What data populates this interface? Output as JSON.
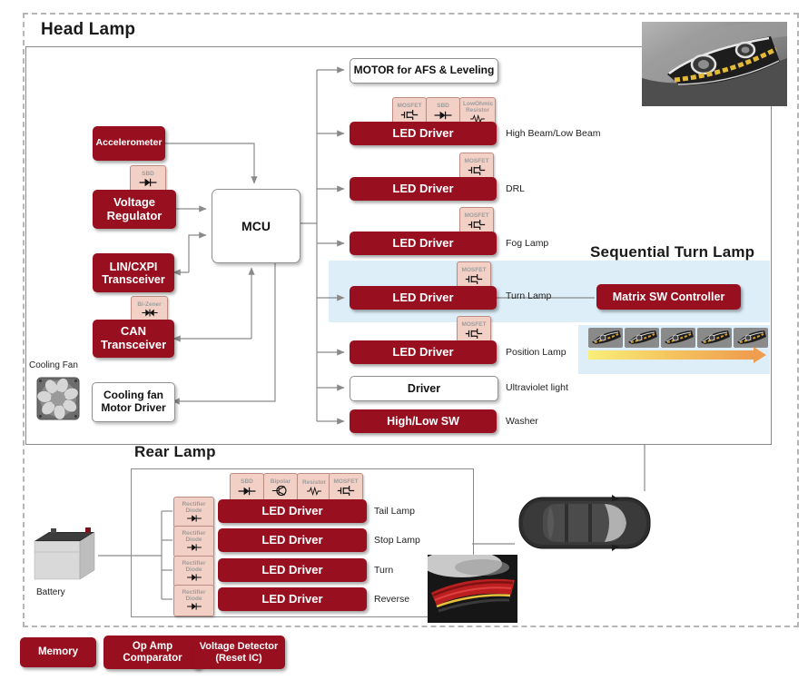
{
  "titles": {
    "head_lamp": "Head Lamp",
    "rear_lamp": "Rear Lamp",
    "sequential": "Sequential Turn Lamp"
  },
  "colors": {
    "box_red": "#98101f",
    "chip_bg": "#f2d0c5",
    "band_blue": "#ddeef8",
    "line_gray": "#8a8a8a",
    "gradient_arrow_start": "#f9ee7a",
    "gradient_arrow_end": "#ef9d4f"
  },
  "head_lamp": {
    "accelerometer": "Accelerometer",
    "voltage_regulator": "Voltage Regulator",
    "voltage_regulator_chip": "SBD",
    "lin_transceiver": "LIN/CXPI Transceiver",
    "can_transceiver": "CAN Transceiver",
    "can_chip": "Bi-Zener",
    "cooling_fan_caption": "Cooling Fan",
    "cooling_fan_driver": "Cooling fan Motor Driver",
    "mcu": "MCU",
    "motor": "MOTOR for AFS & Leveling",
    "matrix_controller": "Matrix SW Controller",
    "rows": [
      {
        "box": "LED Driver",
        "label": "High Beam/Low Beam",
        "chips": [
          "MOSFET",
          "SBD",
          "LowOhmic Resistor"
        ]
      },
      {
        "box": "LED Driver",
        "label": "DRL",
        "chips": [
          "MOSFET"
        ]
      },
      {
        "box": "LED Driver",
        "label": "Fog Lamp",
        "chips": [
          "MOSFET"
        ]
      },
      {
        "box": "LED Driver",
        "label": "Turn Lamp",
        "chips": [
          "MOSFET"
        ]
      },
      {
        "box": "LED Driver",
        "label": "Position Lamp",
        "chips": [
          "MOSFET"
        ]
      },
      {
        "box": "Driver",
        "label": "Ultraviolet light",
        "chips": []
      },
      {
        "box": "High/Low SW",
        "label": "Washer",
        "chips": []
      }
    ]
  },
  "rear_lamp": {
    "battery": "Battery",
    "rectifier_chip": "Rectifier Diode",
    "top_chips": [
      "SBD",
      "Bipolar",
      "Resistor",
      "MOSFET"
    ],
    "rows": [
      {
        "box": "LED Driver",
        "label": "Tail Lamp"
      },
      {
        "box": "LED Driver",
        "label": "Stop Lamp"
      },
      {
        "box": "LED Driver",
        "label": "Turn"
      },
      {
        "box": "LED Driver",
        "label": "Reverse"
      }
    ]
  },
  "bottom_chips": [
    {
      "label": "Memory"
    },
    {
      "label": "Op Amp Comparator"
    },
    {
      "label": "Voltage Detector (Reset IC)"
    }
  ]
}
